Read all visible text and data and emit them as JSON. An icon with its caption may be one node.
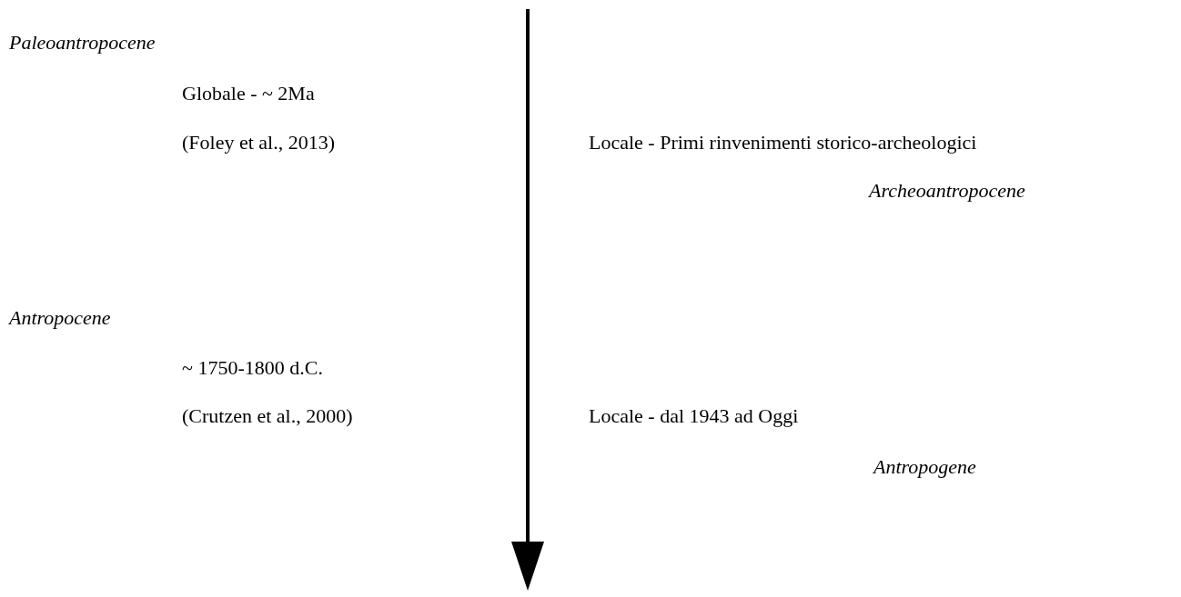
{
  "diagram": {
    "labels": [
      "Paleoantropocene",
      "Globale - ~ 2Ma",
      "(Foley et al., 2013)",
      "Locale - Primi rinvenimenti storico-archeologici",
      "Archeoantropocene",
      "Antropocene",
      "~ 1750-1800 d.C.",
      "(Crutzen et al., 2000)",
      "Locale - dal 1943 ad Oggi",
      "Antropogene"
    ]
  }
}
